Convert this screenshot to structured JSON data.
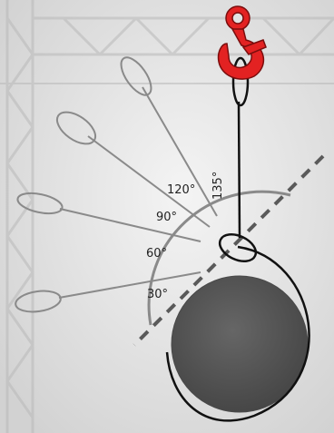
{
  "angle_labels": {
    "a30": "30°",
    "a60": "60°",
    "a90": "90°",
    "a120": "120°",
    "a135": "135°"
  },
  "colors": {
    "hook": "#e32222",
    "load": "#555555",
    "sling": "#111111",
    "guide": "#8a8a8a",
    "background": "#e2e2e2",
    "crane": "#b7b7b7"
  }
}
